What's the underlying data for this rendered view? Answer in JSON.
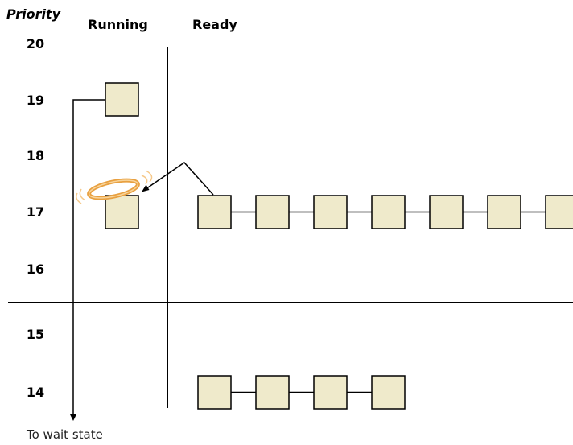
{
  "header": {
    "title": "Priority",
    "col_running": "Running",
    "col_ready": "Ready"
  },
  "priorities": [
    "20",
    "19",
    "18",
    "17",
    "16",
    "15",
    "14"
  ],
  "footer": {
    "wait_label": "To wait state"
  },
  "colors": {
    "box_fill": "#efeacb",
    "box_stroke": "#000000",
    "halo": "#e8a040",
    "halo_light": "#f6c98a"
  }
}
